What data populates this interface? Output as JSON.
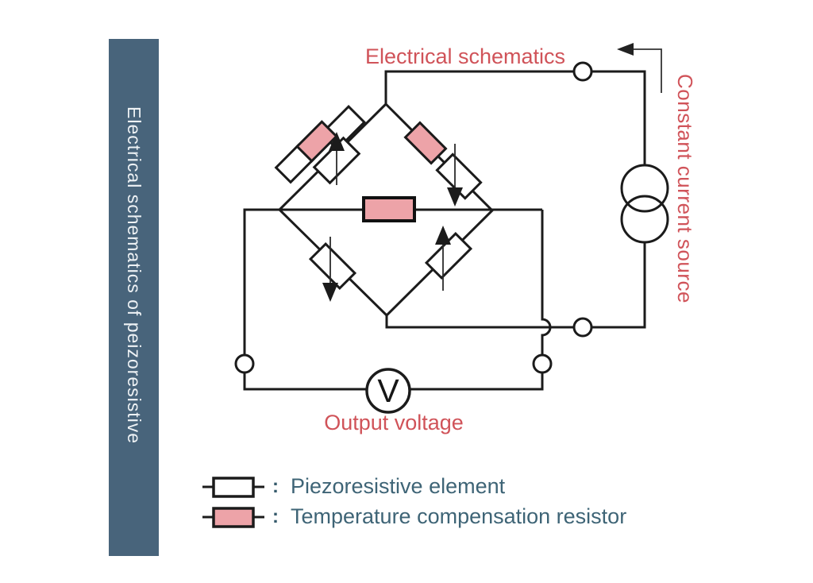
{
  "sidebar": {
    "title": "Electrical schematics of peizoresistive"
  },
  "schematic": {
    "title": "Electrical schematics",
    "right_label": "Constant current source",
    "output_label": "Output voltage",
    "voltmeter_letter": "V"
  },
  "legend": {
    "separator": ":",
    "items": [
      {
        "symbol": "white-resistor",
        "label": "Piezoresistive element"
      },
      {
        "symbol": "pink-resistor",
        "label": "Temperature compensation resistor"
      }
    ]
  },
  "colors": {
    "accent_red": "#d05359",
    "resistor_pink": "#eda3a8",
    "sidebar_blue": "#48647b",
    "legend_text": "#3e6476",
    "line": "#1b1b1b"
  }
}
